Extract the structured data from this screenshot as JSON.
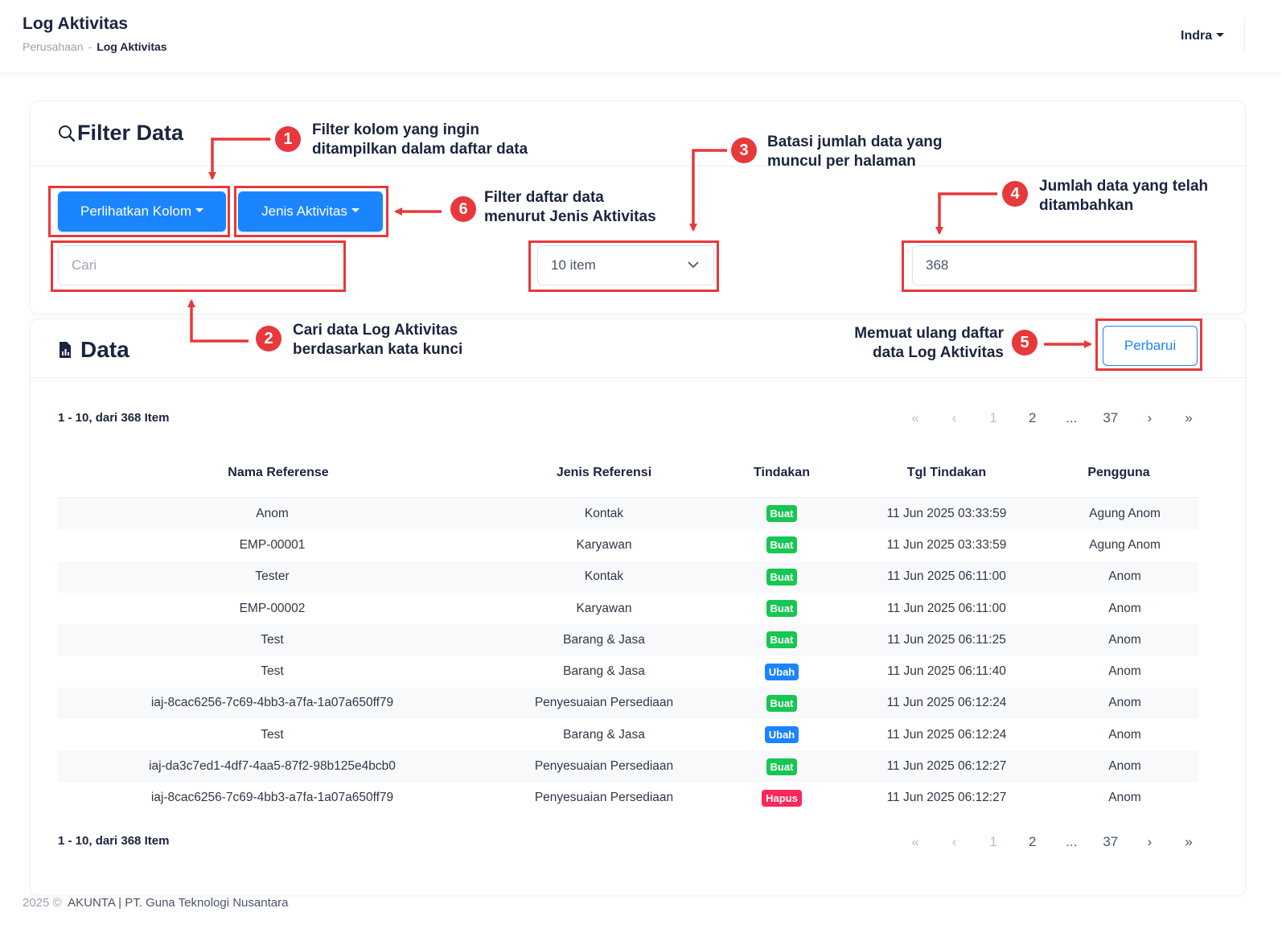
{
  "header": {
    "title": "Log Aktivitas",
    "breadcrumb_parent": "Perusahaan",
    "breadcrumb_sep": "-",
    "breadcrumb_current": "Log Aktivitas",
    "user": "Indra"
  },
  "filter": {
    "title": "Filter Data",
    "show_columns_label": "Perlihatkan Kolom",
    "activity_type_label": "Jenis Aktivitas",
    "search_placeholder": "Cari",
    "page_size": "10 item",
    "total_count": "368"
  },
  "data": {
    "title": "Data",
    "refresh_label": "Perbarui",
    "count_text": "1 - 10, dari 368 Item",
    "pagination": [
      "«",
      "‹",
      "1",
      "2",
      "...",
      "37",
      "›",
      "»"
    ],
    "columns": [
      "Nama Referense",
      "Jenis Referensi",
      "Tindakan",
      "Tgl Tindakan",
      "Pengguna"
    ],
    "rows": [
      {
        "name": "Anom",
        "type": "Kontak",
        "action": "Buat",
        "date": "11 Jun 2025 03:33:59",
        "user": "Agung Anom"
      },
      {
        "name": "EMP-00001",
        "type": "Karyawan",
        "action": "Buat",
        "date": "11 Jun 2025 03:33:59",
        "user": "Agung Anom"
      },
      {
        "name": "Tester",
        "type": "Kontak",
        "action": "Buat",
        "date": "11 Jun 2025 06:11:00",
        "user": "Anom"
      },
      {
        "name": "EMP-00002",
        "type": "Karyawan",
        "action": "Buat",
        "date": "11 Jun 2025 06:11:00",
        "user": "Anom"
      },
      {
        "name": "Test",
        "type": "Barang & Jasa",
        "action": "Buat",
        "date": "11 Jun 2025 06:11:25",
        "user": "Anom"
      },
      {
        "name": "Test",
        "type": "Barang & Jasa",
        "action": "Ubah",
        "date": "11 Jun 2025 06:11:40",
        "user": "Anom"
      },
      {
        "name": "iaj-8cac6256-7c69-4bb3-a7fa-1a07a650ff79",
        "type": "Penyesuaian Persediaan",
        "action": "Buat",
        "date": "11 Jun 2025 06:12:24",
        "user": "Anom"
      },
      {
        "name": "Test",
        "type": "Barang & Jasa",
        "action": "Ubah",
        "date": "11 Jun 2025 06:12:24",
        "user": "Anom"
      },
      {
        "name": "iaj-da3c7ed1-4df7-4aa5-87f2-98b125e4bcb0",
        "type": "Penyesuaian Persediaan",
        "action": "Buat",
        "date": "11 Jun 2025 06:12:27",
        "user": "Anom"
      },
      {
        "name": "iaj-8cac6256-7c69-4bb3-a7fa-1a07a650ff79",
        "type": "Penyesuaian Persediaan",
        "action": "Hapus",
        "date": "11 Jun 2025 06:12:27",
        "user": "Anom"
      }
    ]
  },
  "badge_colors": {
    "Buat": "#17c653",
    "Ubah": "#1b84ff",
    "Hapus": "#f8285a"
  },
  "annotation_color": "#e8383b",
  "accent_color": "#1b84ff",
  "footer": {
    "year": "2025 ©",
    "text": "AKUNTA | PT. Guna Teknologi Nusantara"
  },
  "annotations": [
    {
      "num": "1",
      "line1": "Filter kolom yang ingin",
      "line2": "ditampilkan dalam daftar data"
    },
    {
      "num": "2",
      "line1": "Cari data Log Aktivitas",
      "line2": "berdasarkan kata kunci"
    },
    {
      "num": "3",
      "line1": "Batasi jumlah data yang",
      "line2": "muncul per halaman"
    },
    {
      "num": "4",
      "line1": "Jumlah data yang telah",
      "line2": "ditambahkan"
    },
    {
      "num": "5",
      "line1": "Memuat ulang daftar",
      "line2": "data Log Aktivitas"
    },
    {
      "num": "6",
      "line1": "Filter daftar data",
      "line2": "menurut Jenis Aktivitas"
    }
  ]
}
